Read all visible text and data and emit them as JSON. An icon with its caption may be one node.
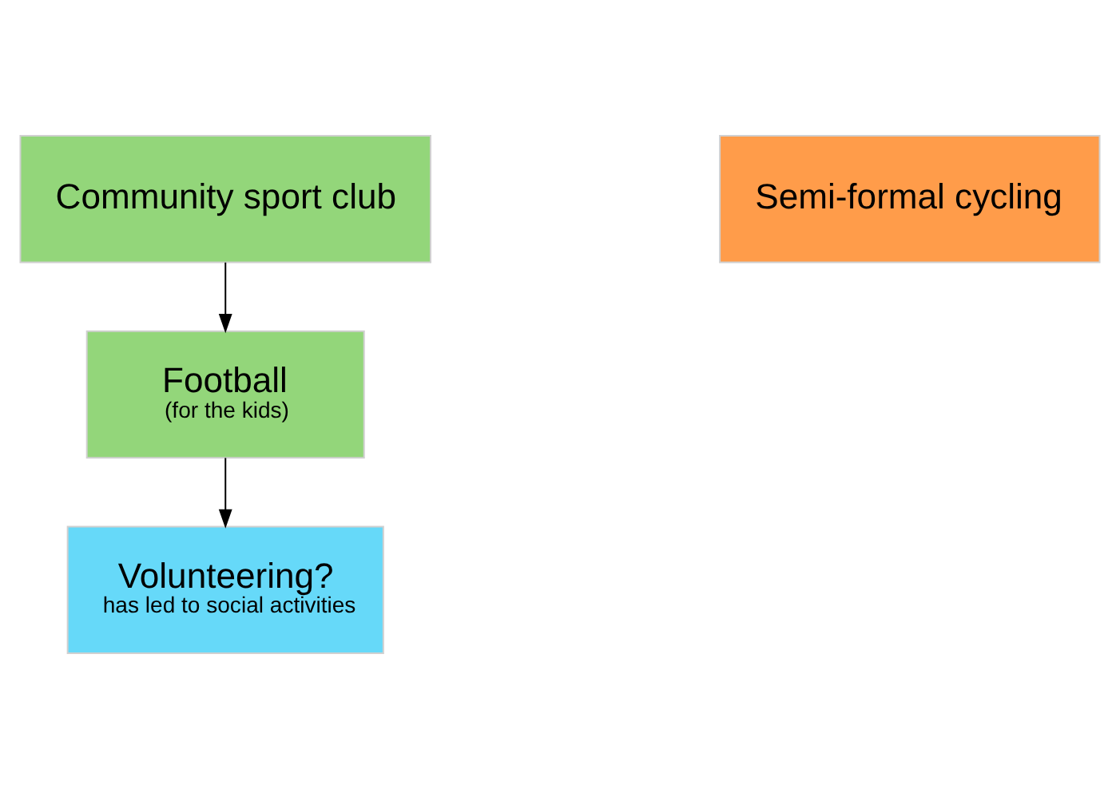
{
  "diagram": {
    "nodes": [
      {
        "text": [
          "Community sport club"
        ]
      },
      {
        "text": [
          "Semi-formal cycling"
        ]
      },
      {
        "text": [
          "Football",
          "(for the kids)"
        ]
      },
      {
        "text": [
          "Volunteering?",
          "has led to social activities"
        ]
      }
    ],
    "edges": [
      {
        "from": 0,
        "to": 2,
        "arrow": "to"
      },
      {
        "from": 2,
        "to": 3,
        "arrow": "to"
      }
    ]
  }
}
